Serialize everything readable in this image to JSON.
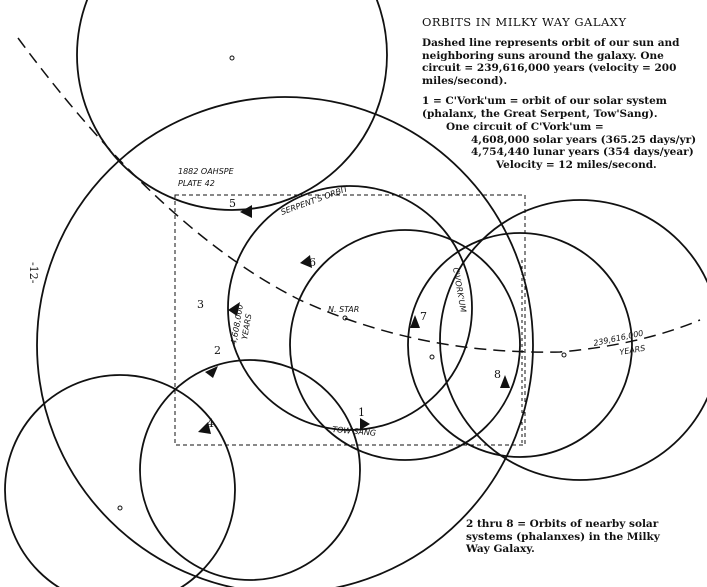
{
  "title": "ORBITS IN MILKY WAY GALAXY",
  "legend": {
    "dashed_line": [
      "Dashed line represents orbit of our sun and",
      "neighboring suns around the galaxy.   One",
      "circuit = 239,616,000 years (velocity = 200",
      "miles/second)."
    ],
    "cvorkum": [
      "1 = C'Vork'um = orbit of our solar system",
      "(phalanx, the Great Serpent, Tow'Sang)."
    ],
    "circuit": [
      "One circuit of C'Vork'um =",
      "4,608,000 solar years (365.25 days/yr)",
      "4,754,440 lunar years (354 days/year)",
      "Velocity = 12 miles/second."
    ],
    "others": [
      "2 thru 8 = Orbits of nearby solar",
      "systems (phalanxes) in the Milky",
      "Way Galaxy."
    ]
  },
  "page_number": "-12-",
  "annotations": {
    "plate": "1882 OAHSPE",
    "plate2": "PLATE 42",
    "serpent": "SERPENT'S ORBIT",
    "nstar": "N. STAR",
    "cvorkum": "C'VORK'UM",
    "years_left": "4,608,000",
    "years_left2": "YEARS",
    "galaxy_years": "239,616,000",
    "galaxy_years2": "YEARS",
    "towsang": "TOW'SANG"
  },
  "orbit_labels": [
    "1",
    "2",
    "3",
    "4",
    "5",
    "6",
    "7",
    "8"
  ]
}
